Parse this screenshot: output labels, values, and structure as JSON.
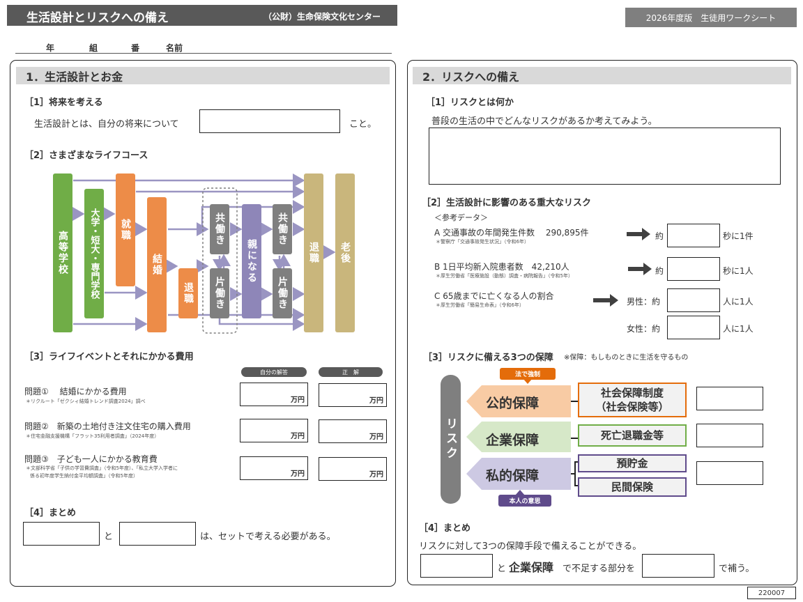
{
  "header": {
    "title": "生活設計とリスクへの備え",
    "org": "（公財）生命保険文化センター",
    "edition": "2026年度版　生徒用ワークシート"
  },
  "student": {
    "nen": "年",
    "kumi": "組",
    "ban": "番",
    "name": "名前"
  },
  "left": {
    "title": "1．生活設計とお金",
    "s1": {
      "title": "［1］将来を考える",
      "before": "生活設計とは、自分の将来について",
      "after": "こと。"
    },
    "s2": {
      "title": "［2］さまざまなライフコース",
      "stages": {
        "highschool": "高等学校",
        "college": "大学・短大・専門学校",
        "job": "就職",
        "marriage": "結婚",
        "quit": "退職",
        "dual1": "共働き",
        "single1": "片働き",
        "parent": "親になる",
        "dual2": "共働き",
        "single2": "片働き",
        "retire": "退職",
        "old": "老後"
      }
    },
    "s3": {
      "title": "［3］ライフイベントとそれにかかる費用",
      "col_self": "自分の解答",
      "col_answer": "正　解",
      "unit": "万円",
      "q1": {
        "label": "問題①　 結婚にかかる費用",
        "src": "＊リクルート「ゼクシィ結婚トレンド調査2024」調べ"
      },
      "q2": {
        "label": "問題②　新築の土地付き注文住宅の購入費用",
        "src": "＊住宅金融支援機構「フラット35利用者調査」（2024年度）"
      },
      "q3": {
        "label": "問題③　子ども一人にかかる教育費",
        "src1": "＊文部科学省「子供の学習費調査」（令和5年度）、「私立大学入学者に",
        "src2": "係る初年度学生納付金平均額調査」（令和5年度）"
      }
    },
    "s4": {
      "title": "［4］まとめ",
      "conj": "と",
      "after": "は、セットで考える必要がある。"
    }
  },
  "right": {
    "title": "2．リスクへの備え",
    "s1": {
      "title": "［1］リスクとは何か",
      "text": "普段の生活の中でどんなリスクがあるか考えてみよう。"
    },
    "s2": {
      "title": "［2］生活設計に影響のある重大なリスク",
      "ref": "＜参考データ＞",
      "a": {
        "label": "A 交通事故の年間発生件数　 290,895件",
        "src": "＊警察庁「交通事故発生状況」（令和6年）",
        "pre": "約",
        "post": "秒に1件"
      },
      "b": {
        "label": "B  1日平均新入院患者数　42,210人",
        "src": "＊厚生労働省「医療施設（動態）調査・病院報告」（令和5年）",
        "pre": "約",
        "post": "秒に1人"
      },
      "c": {
        "label": "C  65歳までに亡くなる人の割合",
        "src": "＊厚生労働省「簡易生命表」（令和6年）",
        "male": "男性：約",
        "female": "女性：約",
        "post": "人に1人"
      }
    },
    "s3": {
      "title": "［3］リスクに備える3つの保障",
      "note": "※保障：もしものときに生活を守るもの",
      "risk": "リスク",
      "forced": "法で強制",
      "will": "本人の意思",
      "public": "公的保障",
      "corporate": "企業保障",
      "private": "私的保障",
      "social": "社会保障制度\n（社会保険等）",
      "death": "死亡退職金等",
      "savings": "預貯金",
      "insurance": "民間保険"
    },
    "s4": {
      "title": "［4］まとめ",
      "text": "リスクに対して3つの保障手段で備えることができる。",
      "conj": "と",
      "bold": "企業保障",
      "mid": "で不足する部分を",
      "after": "で補う。"
    }
  },
  "footer_code": "220007",
  "colors": {
    "green": "#70ad47",
    "orange": "#ed8c48",
    "purple": "#8e86b8",
    "gray": "#7f7f7f",
    "khaki": "#c9b67c",
    "arrow": "#9a95c2",
    "dark": "#595959"
  }
}
